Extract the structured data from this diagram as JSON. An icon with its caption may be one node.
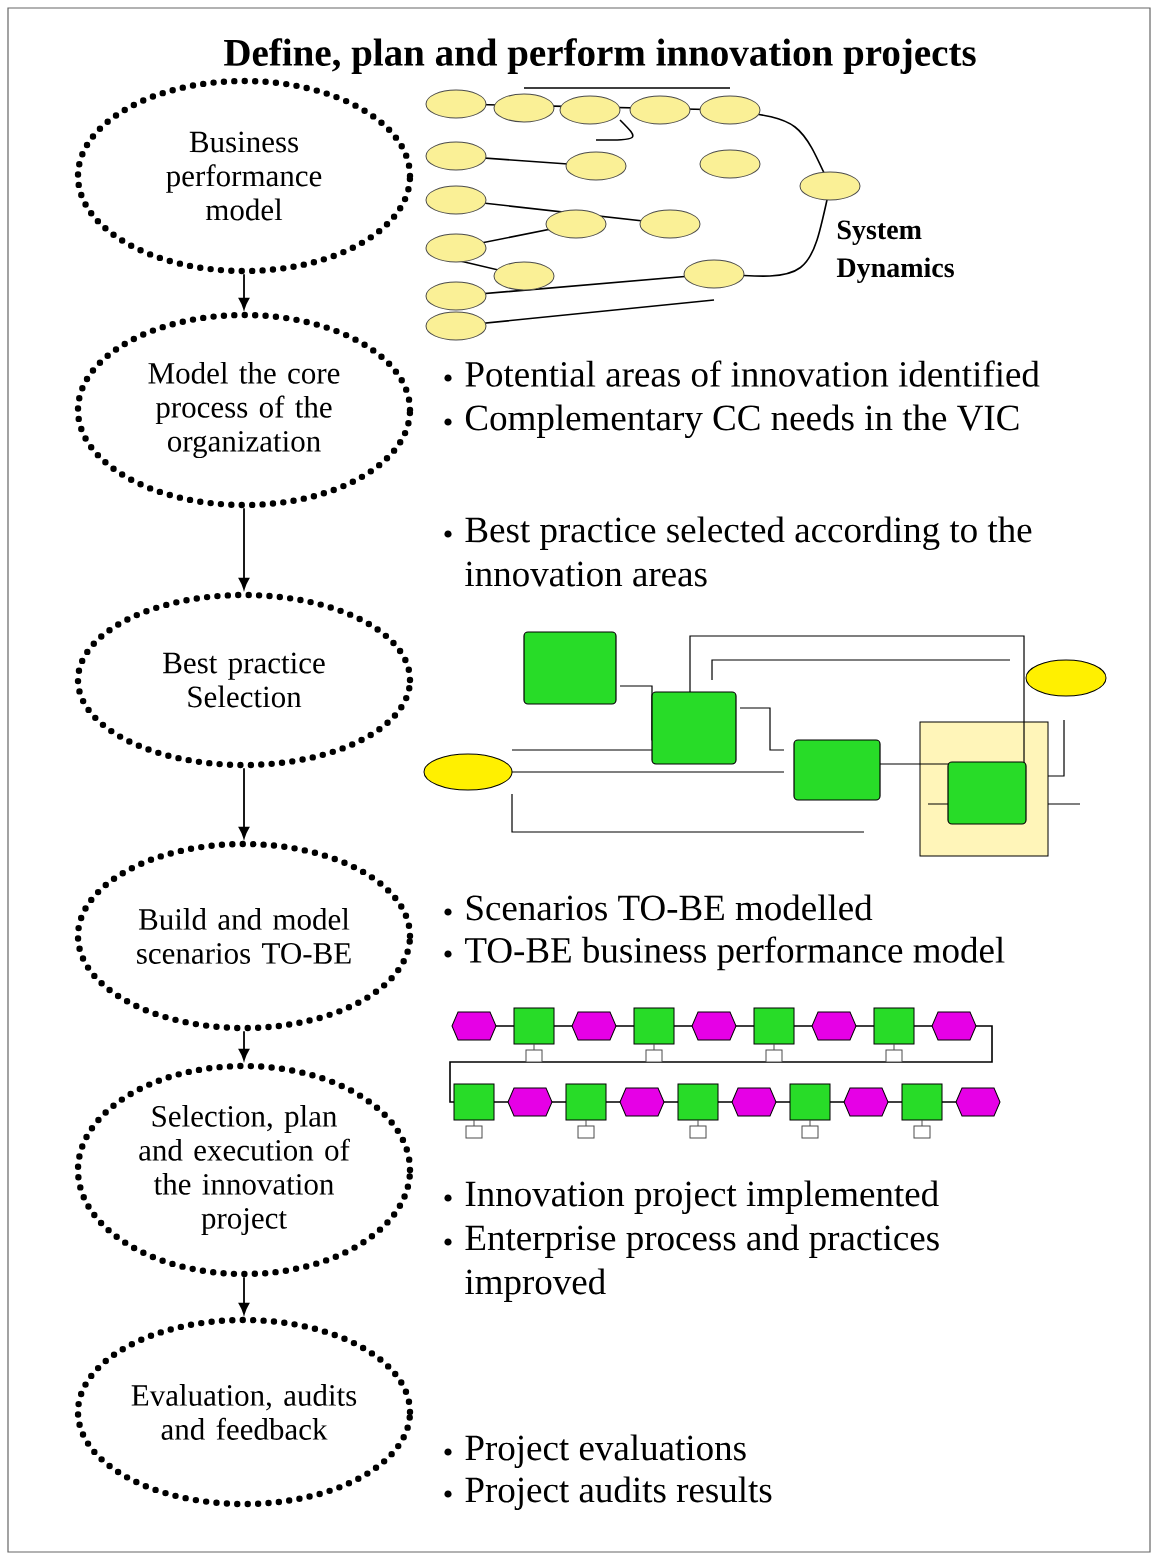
{
  "diagram": {
    "title": "Define, plan and perform innovation projects",
    "nodes": [
      {
        "text": [
          "Business performance model"
        ]
      },
      {
        "text": [
          "Model the core process of the organization"
        ]
      },
      {
        "text": [
          "Best practice Selection"
        ]
      },
      {
        "text": [
          "Build and model scenarios TO-BE"
        ]
      },
      {
        "text": [
          "Selection, plan and execution of the innovation project"
        ]
      },
      {
        "text": [
          "Evaluation, audits and feedback"
        ]
      }
    ],
    "edges": [
      {
        "from": 0,
        "to": 1,
        "arrow": "to"
      },
      {
        "from": 1,
        "to": 2,
        "arrow": "to"
      },
      {
        "from": 2,
        "to": 3,
        "arrow": "to"
      },
      {
        "from": 3,
        "to": 4,
        "arrow": "to"
      },
      {
        "from": 4,
        "to": 5,
        "arrow": "to"
      }
    ],
    "labels": [
      "System Dynamics",
      "Potential areas of innovation identified",
      "Complementary CC needs in the VIC",
      "Best practice selected according to the innovation areas",
      "Scenarios TO-BE modelled",
      "TO-BE business performance model",
      "Innovation project implemented",
      "Enterprise process and practices improved",
      "Project evaluations",
      "Project audits results"
    ]
  }
}
